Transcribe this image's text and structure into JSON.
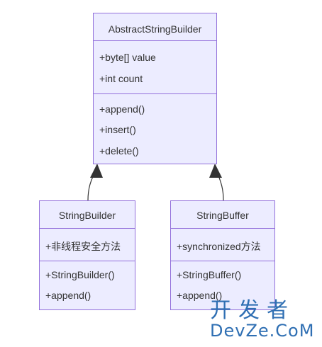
{
  "diagram": {
    "classes": {
      "abstract": {
        "name": "AbstractStringBuilder",
        "attributes": [
          "+byte[] value",
          "+int count"
        ],
        "methods": [
          "+append()",
          "+insert()",
          "+delete()"
        ]
      },
      "builder": {
        "name": "StringBuilder",
        "attributes": [
          "+非线程安全方法"
        ],
        "methods": [
          "+StringBuilder()",
          "+append()"
        ]
      },
      "buffer": {
        "name": "StringBuffer",
        "attributes": [
          "+synchronized方法"
        ],
        "methods": [
          "+StringBuffer()",
          "+append()"
        ]
      }
    },
    "relations": [
      {
        "from": "StringBuilder",
        "to": "AbstractStringBuilder",
        "type": "inheritance"
      },
      {
        "from": "StringBuffer",
        "to": "AbstractStringBuilder",
        "type": "inheritance"
      }
    ],
    "colors": {
      "fill": "#ECECFF",
      "border": "#9370DB",
      "edge": "#333333"
    }
  },
  "watermark": {
    "text_cn": "开发者",
    "text_en": "DevZe.CoM"
  }
}
